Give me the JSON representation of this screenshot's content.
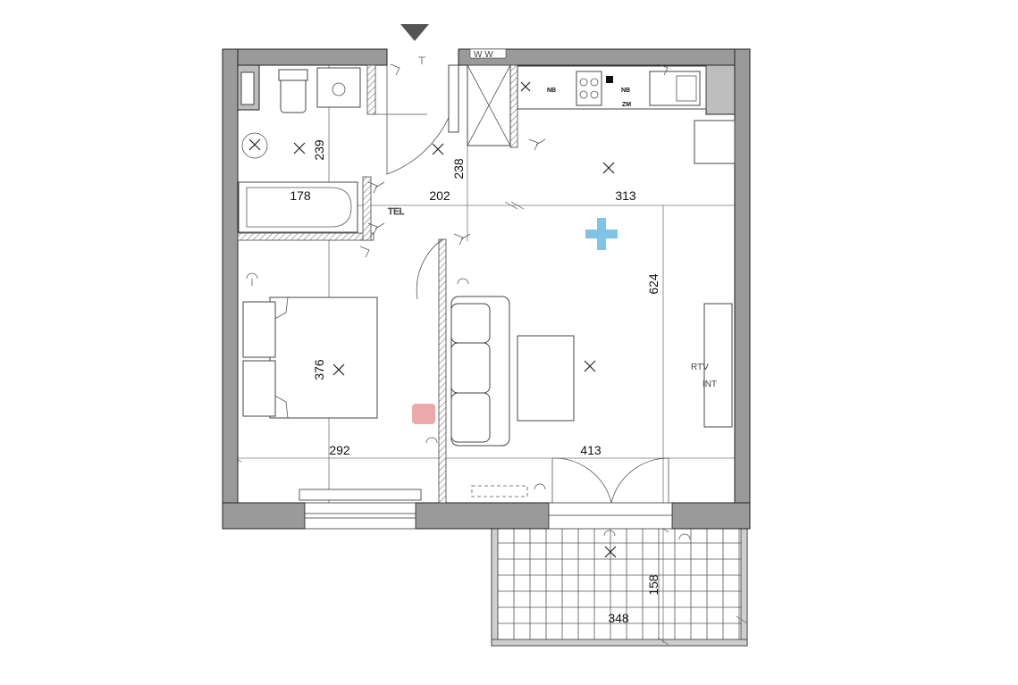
{
  "dimensions": {
    "bath_height": "239",
    "bath_tub_width": "178",
    "hall_width": "202",
    "hall_height": "238",
    "kitchen_width": "313",
    "living_height": "624",
    "bedroom_height": "376",
    "bedroom_width": "292",
    "living_width": "413",
    "balcony_height": "158",
    "balcony_width": "348"
  },
  "labels": {
    "wardrobe": "W  W",
    "tel": "TEL",
    "rtv": "RTV",
    "int": "INT",
    "nb_1": "NB",
    "nb_2": "NB",
    "zm": "ZM"
  },
  "colors": {
    "wall": "#9a9a9a",
    "hatch": "#8a8a8a",
    "accent_plus": "#7fc3e6",
    "accent_square": "#eda9a9",
    "entrance_arrow": "#555555"
  }
}
